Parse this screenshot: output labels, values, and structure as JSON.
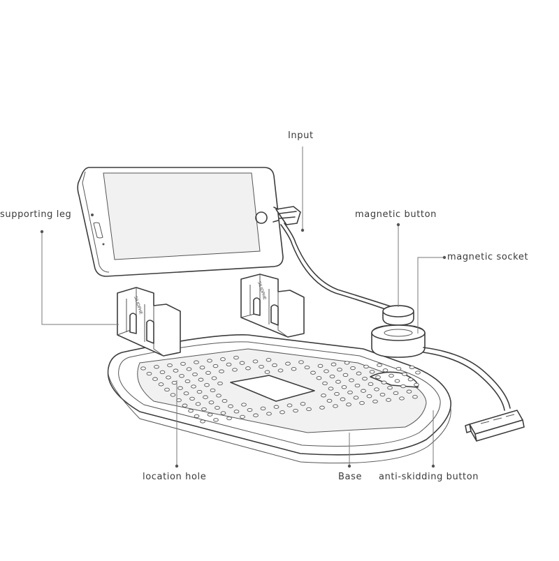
{
  "labels": {
    "input": "Input",
    "supporting_leg": "supporting leg",
    "magnetic_button": "magnetic button",
    "magnetic_socket": "magnetic socket",
    "location_hole": "location hole",
    "base": "Base",
    "anti_skidding_button": "anti-skidding button"
  },
  "brand_mark": "SILIOPHE",
  "icons": [
    "phone-outline",
    "usb-plug",
    "lightning-connector",
    "magnetic-button",
    "magnetic-socket",
    "supporting-leg",
    "base-pad"
  ]
}
